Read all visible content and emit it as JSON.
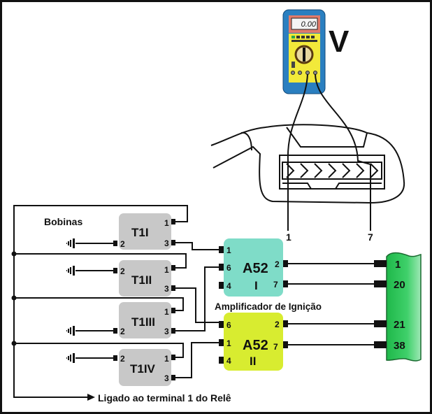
{
  "meter": {
    "display": "0.00",
    "unit_label": "V"
  },
  "connector_pins": {
    "left": "1",
    "right": "7"
  },
  "coils": {
    "title": "Bobinas",
    "items": [
      {
        "name": "T1I",
        "p1": "1",
        "p2": "2",
        "p3": "3"
      },
      {
        "name": "T1II",
        "p1": "1",
        "p2": "2",
        "p3": "3"
      },
      {
        "name": "T1III",
        "p1": "1",
        "p2": "2",
        "p3": "3"
      },
      {
        "name": "T1IV",
        "p1": "1",
        "p2": "2",
        "p3": "3"
      }
    ]
  },
  "amplifier": {
    "label": "Amplificador de Ignição",
    "unit1": {
      "name": "A52",
      "roman": "I",
      "pins": [
        "1",
        "6",
        "4",
        "2",
        "7"
      ],
      "color": "#7fdcc8"
    },
    "unit2": {
      "name": "A52",
      "roman": "II",
      "pins": [
        "6",
        "1",
        "4",
        "2",
        "7"
      ],
      "color": "#d8ec30"
    }
  },
  "ecu_pins": [
    "1",
    "20",
    "21",
    "38"
  ],
  "ecu_color": "#2ec45a",
  "footer_note": "Ligado ao terminal 1 do Relê"
}
